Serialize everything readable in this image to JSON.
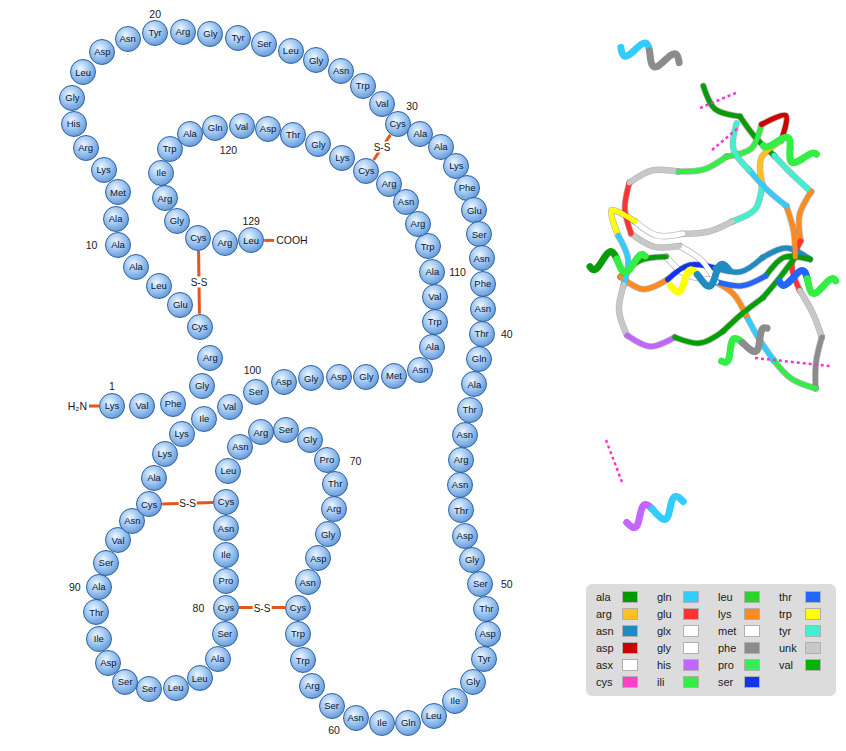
{
  "diagram": {
    "nodes": [
      {
        "text": [
          "Lys"
        ]
      },
      {
        "text": [
          "Val"
        ]
      },
      {
        "text": [
          "Phe"
        ]
      },
      {
        "text": [
          "Gly"
        ]
      },
      {
        "text": [
          "Arg"
        ]
      },
      {
        "text": [
          "Cys"
        ]
      },
      {
        "text": [
          "Glu"
        ]
      },
      {
        "text": [
          "Leu"
        ]
      },
      {
        "text": [
          "Ala"
        ]
      },
      {
        "text": [
          "Ala"
        ]
      },
      {
        "text": [
          "Ala"
        ]
      },
      {
        "text": [
          "Met"
        ]
      },
      {
        "text": [
          "Lys"
        ]
      },
      {
        "text": [
          "Arg"
        ]
      },
      {
        "text": [
          "His"
        ]
      },
      {
        "text": [
          "Gly"
        ]
      },
      {
        "text": [
          "Leu"
        ]
      },
      {
        "text": [
          "Asp"
        ]
      },
      {
        "text": [
          "Asn"
        ]
      },
      {
        "text": [
          "Tyr"
        ]
      },
      {
        "text": [
          "Arg"
        ]
      },
      {
        "text": [
          "Gly"
        ]
      },
      {
        "text": [
          "Tyr"
        ]
      },
      {
        "text": [
          "Ser"
        ]
      },
      {
        "text": [
          "Leu"
        ]
      },
      {
        "text": [
          "Gly"
        ]
      },
      {
        "text": [
          "Asn"
        ]
      },
      {
        "text": [
          "Trp"
        ]
      },
      {
        "text": [
          "Val"
        ]
      },
      {
        "text": [
          "Cys"
        ]
      },
      {
        "text": [
          "Ala"
        ]
      },
      {
        "text": [
          "Ala"
        ]
      },
      {
        "text": [
          "Lys"
        ]
      },
      {
        "text": [
          "Phe"
        ]
      },
      {
        "text": [
          "Glu"
        ]
      },
      {
        "text": [
          "Ser"
        ]
      },
      {
        "text": [
          "Asn"
        ]
      },
      {
        "text": [
          "Phe"
        ]
      },
      {
        "text": [
          "Asn"
        ]
      },
      {
        "text": [
          "Thr"
        ]
      },
      {
        "text": [
          "Gln"
        ]
      },
      {
        "text": [
          "Ala"
        ]
      },
      {
        "text": [
          "Thr"
        ]
      },
      {
        "text": [
          "Asn"
        ]
      },
      {
        "text": [
          "Arg"
        ]
      },
      {
        "text": [
          "Asn"
        ]
      },
      {
        "text": [
          "Thr"
        ]
      },
      {
        "text": [
          "Asp"
        ]
      },
      {
        "text": [
          "Gly"
        ]
      },
      {
        "text": [
          "Ser"
        ]
      },
      {
        "text": [
          "Thr"
        ]
      },
      {
        "text": [
          "Asp"
        ]
      },
      {
        "text": [
          "Tyr"
        ]
      },
      {
        "text": [
          "Gly"
        ]
      },
      {
        "text": [
          "Ile"
        ]
      },
      {
        "text": [
          "Leu"
        ]
      },
      {
        "text": [
          "Gln"
        ]
      },
      {
        "text": [
          "Ile"
        ]
      },
      {
        "text": [
          "Asn"
        ]
      },
      {
        "text": [
          "Ser"
        ]
      },
      {
        "text": [
          "Arg"
        ]
      },
      {
        "text": [
          "Trp"
        ]
      },
      {
        "text": [
          "Trp"
        ]
      },
      {
        "text": [
          "Cys"
        ]
      },
      {
        "text": [
          "Asn"
        ]
      },
      {
        "text": [
          "Asp"
        ]
      },
      {
        "text": [
          "Gly"
        ]
      },
      {
        "text": [
          "Arg"
        ]
      },
      {
        "text": [
          "Thr"
        ]
      },
      {
        "text": [
          "Pro"
        ]
      },
      {
        "text": [
          "Gly"
        ]
      },
      {
        "text": [
          "Ser"
        ]
      },
      {
        "text": [
          "Arg"
        ]
      },
      {
        "text": [
          "Asn"
        ]
      },
      {
        "text": [
          "Leu"
        ]
      },
      {
        "text": [
          "Cys"
        ]
      },
      {
        "text": [
          "Asn"
        ]
      },
      {
        "text": [
          "Ile"
        ]
      },
      {
        "text": [
          "Pro"
        ]
      },
      {
        "text": [
          "Cys"
        ]
      },
      {
        "text": [
          "Ser"
        ]
      },
      {
        "text": [
          "Ala"
        ]
      },
      {
        "text": [
          "Leu"
        ]
      },
      {
        "text": [
          "Leu"
        ]
      },
      {
        "text": [
          "Ser"
        ]
      },
      {
        "text": [
          "Ser"
        ]
      },
      {
        "text": [
          "Asp"
        ]
      },
      {
        "text": [
          "Ile"
        ]
      },
      {
        "text": [
          "Thr"
        ]
      },
      {
        "text": [
          "Ala"
        ]
      },
      {
        "text": [
          "Ser"
        ]
      },
      {
        "text": [
          "Val"
        ]
      },
      {
        "text": [
          "Asn"
        ]
      },
      {
        "text": [
          "Cys"
        ]
      },
      {
        "text": [
          "Ala"
        ]
      },
      {
        "text": [
          "Lys"
        ]
      },
      {
        "text": [
          "Lys"
        ]
      },
      {
        "text": [
          "Ile"
        ]
      },
      {
        "text": [
          "Val"
        ]
      },
      {
        "text": [
          "Ser"
        ]
      },
      {
        "text": [
          "Asp"
        ]
      },
      {
        "text": [
          "Gly"
        ]
      },
      {
        "text": [
          "Asp"
        ]
      },
      {
        "text": [
          "Gly"
        ]
      },
      {
        "text": [
          "Met"
        ]
      },
      {
        "text": [
          "Asn"
        ]
      },
      {
        "text": [
          "Ala"
        ]
      },
      {
        "text": [
          "Trp"
        ]
      },
      {
        "text": [
          "Val"
        ]
      },
      {
        "text": [
          "Ala"
        ]
      },
      {
        "text": [
          "Trp"
        ]
      },
      {
        "text": [
          "Arg"
        ]
      },
      {
        "text": [
          "Asn"
        ]
      },
      {
        "text": [
          "Arg"
        ]
      },
      {
        "text": [
          "Cys"
        ]
      },
      {
        "text": [
          "Lys"
        ]
      },
      {
        "text": [
          "Gly"
        ]
      },
      {
        "text": [
          "Thr"
        ]
      },
      {
        "text": [
          "Asp"
        ]
      },
      {
        "text": [
          "Val"
        ]
      },
      {
        "text": [
          "Gln"
        ]
      },
      {
        "text": [
          "Ala"
        ]
      },
      {
        "text": [
          "Trp"
        ]
      },
      {
        "text": [
          "Ile"
        ]
      },
      {
        "text": [
          "Arg"
        ]
      },
      {
        "text": [
          "Gly"
        ]
      },
      {
        "text": [
          "Cys"
        ]
      },
      {
        "text": [
          "Arg"
        ]
      },
      {
        "text": [
          "Leu"
        ]
      }
    ],
    "edges": [
      {
        "from": 5,
        "to": 126,
        "arrow": "none",
        "label": "S-S"
      },
      {
        "from": 29,
        "to": 114,
        "arrow": "none",
        "label": "S-S"
      },
      {
        "from": 79,
        "to": 63,
        "arrow": "none",
        "label": "S-S"
      },
      {
        "from": 93,
        "to": 75,
        "arrow": "none",
        "label": "S-S"
      }
    ],
    "labels": [
      "1",
      "10",
      "20",
      "30",
      "40",
      "50",
      "60",
      "70",
      "80",
      "90",
      "100",
      "110",
      "120",
      "129",
      "H₂N",
      "COOH"
    ],
    "legend": [
      {
        "text": "ala",
        "color": "#009900"
      },
      {
        "text": "arg",
        "color": "#ffc020"
      },
      {
        "text": "asn",
        "color": "#1e8bc3"
      },
      {
        "text": "asp",
        "color": "#cc0000"
      },
      {
        "text": "asx",
        "color": "#ffffff"
      },
      {
        "text": "cys",
        "color": "#ff3fc8"
      },
      {
        "text": "gln",
        "color": "#33ccff"
      },
      {
        "text": "glu",
        "color": "#ff3333"
      },
      {
        "text": "glx",
        "color": "#ffffff"
      },
      {
        "text": "gly",
        "color": "#ffffff"
      },
      {
        "text": "his",
        "color": "#c366ff"
      },
      {
        "text": "ili",
        "color": "#33ee44"
      },
      {
        "text": "leu",
        "color": "#2ad42a"
      },
      {
        "text": "lys",
        "color": "#ff8a20"
      },
      {
        "text": "met",
        "color": "#ffffff"
      },
      {
        "text": "phe",
        "color": "#8c8c8c"
      },
      {
        "text": "pro",
        "color": "#33ee55"
      },
      {
        "text": "ser",
        "color": "#1133ee"
      },
      {
        "text": "thr",
        "color": "#2266ff"
      },
      {
        "text": "trp",
        "color": "#ffff00"
      },
      {
        "text": "tyr",
        "color": "#40f0d0"
      },
      {
        "text": "unk",
        "color": "#c8c8c8"
      },
      {
        "text": "val",
        "color": "#00b300"
      }
    ]
  }
}
